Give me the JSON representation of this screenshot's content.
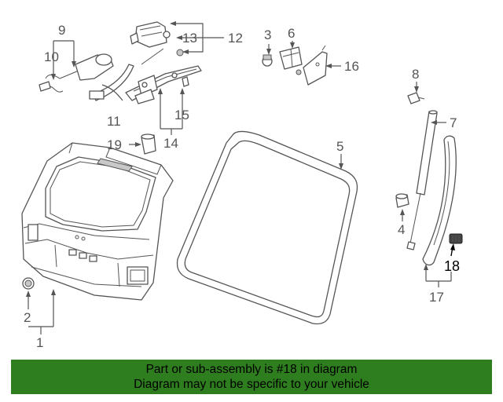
{
  "callouts": {
    "n1": "1",
    "n2": "2",
    "n3": "3",
    "n4": "4",
    "n5": "5",
    "n6": "6",
    "n7": "7",
    "n8": "8",
    "n9": "9",
    "n10": "10",
    "n11": "11",
    "n12": "12",
    "n13": "13",
    "n14": "14",
    "n15": "15",
    "n16": "16",
    "n17": "17",
    "n18": "18",
    "n19": "19"
  },
  "highlight": {
    "part": "18",
    "color": "#000000"
  },
  "banner": {
    "line1": "Part or sub-assembly is #18 in diagram",
    "line2": "Diagram may not be specific to your vehicle",
    "background": "#2e7d1e"
  }
}
